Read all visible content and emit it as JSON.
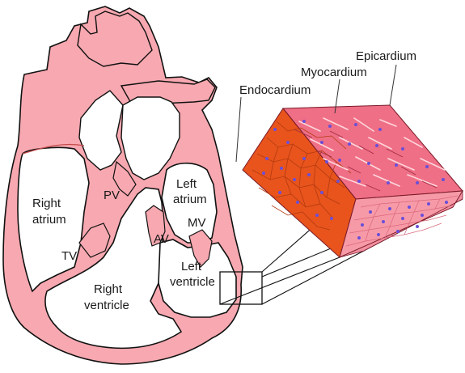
{
  "labels": {
    "right_atrium_1": "Right",
    "right_atrium_2": "atrium",
    "right_ventricle_1": "Right",
    "right_ventricle_2": "ventricle",
    "left_atrium_1": "Left",
    "left_atrium_2": "atrium",
    "left_ventricle_1": "Left",
    "left_ventricle_2": "ventricle",
    "pv": "PV",
    "av": "AV",
    "mv": "MV",
    "tv": "TV",
    "endocardium": "Endocardium",
    "myocardium": "Myocardium",
    "epicardium": "Epicardium"
  },
  "colors": {
    "heart_fill": "#f7a8b0",
    "outline": "#111111",
    "chamber_fill": "#ffffff",
    "endocardium_fill": "#e8541c",
    "myocardium_fill": "#ef6f86",
    "epicardium_fill": "#f79aa8",
    "nucleus": "#6a4fd8"
  }
}
